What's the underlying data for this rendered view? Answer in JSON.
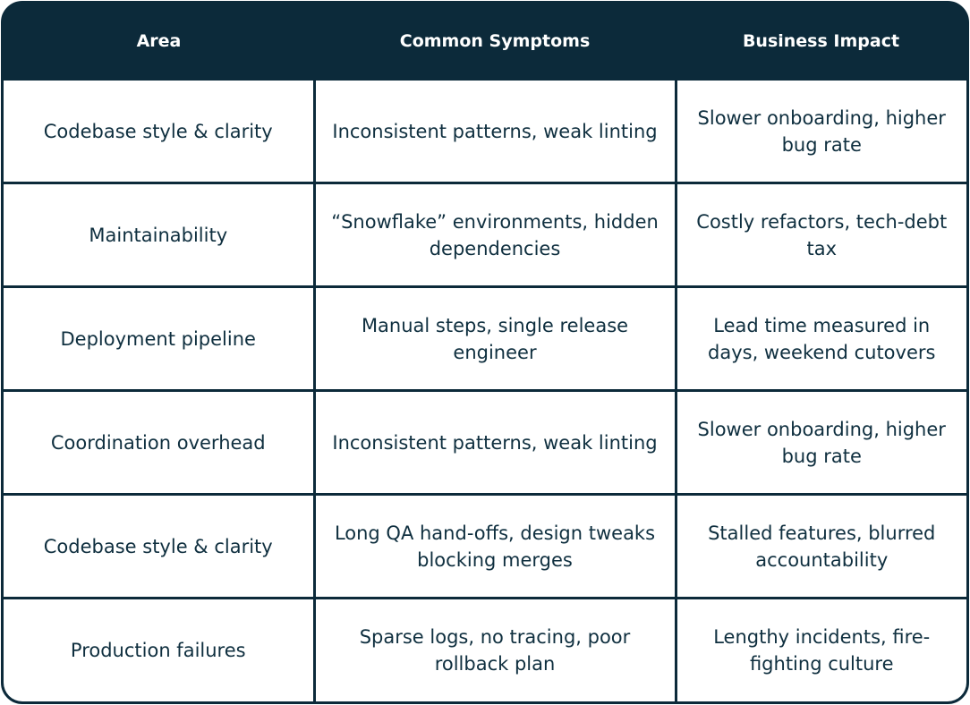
{
  "table": {
    "headers": [
      "Area",
      "Common Symptoms",
      "Business Impact"
    ],
    "rows": [
      [
        "Codebase style & clarity",
        "Inconsistent patterns, weak linting",
        "Slower onboarding, higher bug rate"
      ],
      [
        "Maintainability",
        "“Snowflake” environments, hidden dependencies",
        "Costly refactors, tech-debt tax"
      ],
      [
        "Deployment pipeline",
        "Manual steps, single release engineer",
        "Lead time measured in days, weekend cutovers"
      ],
      [
        "Coordination overhead",
        "Inconsistent patterns, weak linting",
        "Slower onboarding, higher bug rate"
      ],
      [
        "Codebase style & clarity",
        "Long QA hand-offs, design tweaks blocking merges",
        "Stalled features, blurred accountability"
      ],
      [
        "Production failures",
        "Sparse logs, no tracing, poor rollback plan",
        "Lengthy incidents, fire-fighting culture"
      ]
    ]
  },
  "colors": {
    "header_bg": "#0c2a3a",
    "text": "#0f2f3f",
    "cell_bg": "#ffffff"
  }
}
